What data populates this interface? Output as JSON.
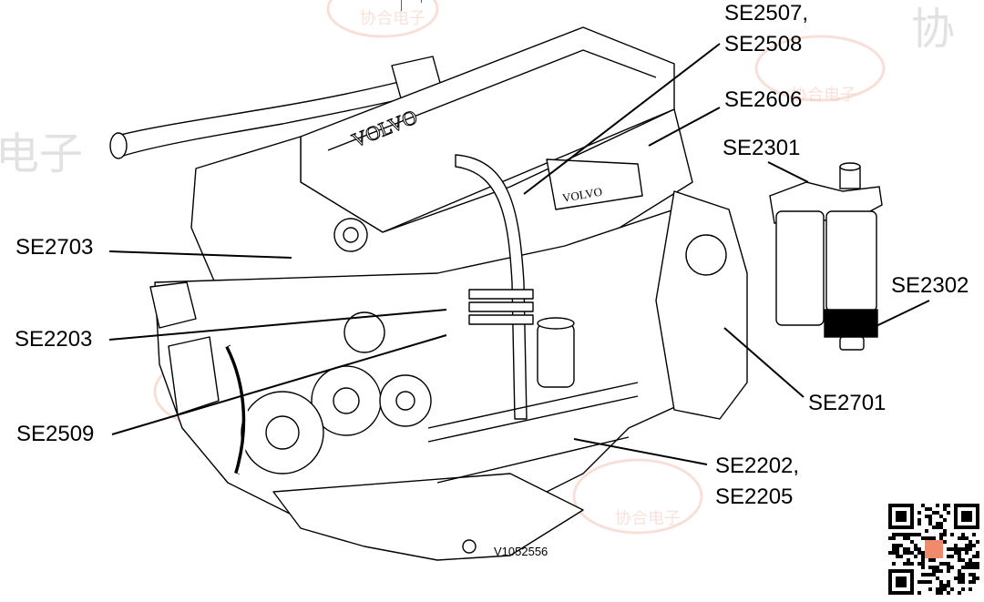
{
  "diagram": {
    "labels": [
      {
        "id": "se2507",
        "text": "SE2507,"
      },
      {
        "id": "se2508",
        "text": "SE2508"
      },
      {
        "id": "se2606",
        "text": "SE2606"
      },
      {
        "id": "se2301",
        "text": "SE2301"
      },
      {
        "id": "se2302",
        "text": "SE2302"
      },
      {
        "id": "se2703",
        "text": "SE2703"
      },
      {
        "id": "se2203",
        "text": "SE2203"
      },
      {
        "id": "se2509",
        "text": "SE2509"
      },
      {
        "id": "se2701",
        "text": "SE2701"
      },
      {
        "id": "se2202",
        "text": "SE2202,"
      },
      {
        "id": "se2205",
        "text": "SE2205"
      }
    ],
    "figure_id": "V1052556",
    "brand_text": "VOLVO",
    "watermark_text": "协合电子",
    "colors": {
      "line": "#000000",
      "background": "#ffffff",
      "watermark": "#f3c6b8"
    }
  }
}
